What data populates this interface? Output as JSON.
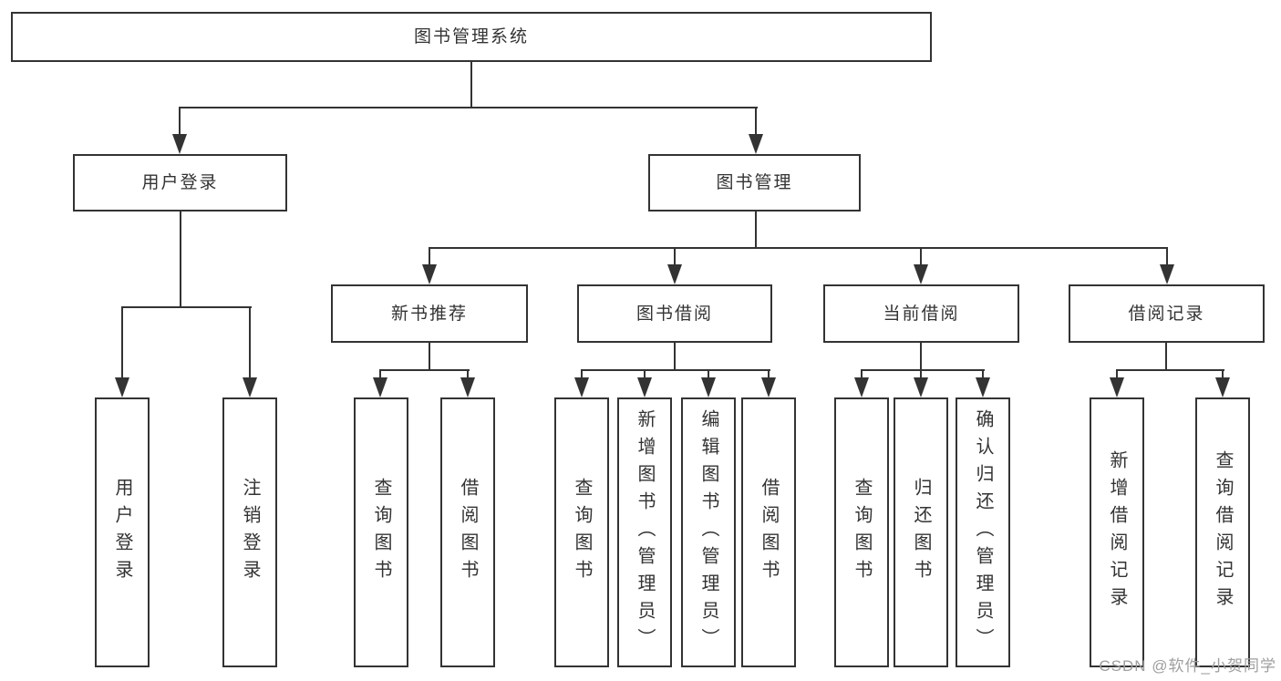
{
  "diagram": {
    "root": {
      "label": "图书管理系统"
    },
    "branches": [
      {
        "label": "用户登录",
        "children": [
          {
            "label": "用户登录"
          },
          {
            "label": "注销登录"
          }
        ]
      },
      {
        "label": "图书管理",
        "children": [
          {
            "label": "新书推荐",
            "children": [
              {
                "label": "查询图书"
              },
              {
                "label": "借阅图书"
              }
            ]
          },
          {
            "label": "图书借阅",
            "children": [
              {
                "label": "查询图书"
              },
              {
                "label": "新增图书（管理员）"
              },
              {
                "label": "编辑图书（管理员）"
              },
              {
                "label": "借阅图书"
              }
            ]
          },
          {
            "label": "当前借阅",
            "children": [
              {
                "label": "查询图书"
              },
              {
                "label": "归还图书"
              },
              {
                "label": "确认归还（管理员）"
              }
            ]
          },
          {
            "label": "借阅记录",
            "children": [
              {
                "label": "新增借阅记录"
              },
              {
                "label": "查询借阅记录"
              }
            ]
          }
        ]
      }
    ]
  },
  "watermark": {
    "text": "CSDN @软件_小贺同学",
    "color": "#9e9e9e"
  },
  "colors": {
    "line": "#333333",
    "box_border": "#333333",
    "text": "#333333",
    "background": "#ffffff"
  }
}
